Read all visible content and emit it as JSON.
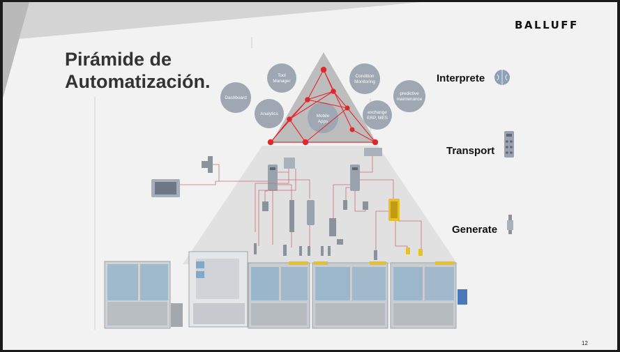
{
  "brand": {
    "logo_text": "BALLUFF"
  },
  "slide": {
    "title_line1": "Pirámide de",
    "title_line2": "Automatización.",
    "page_number": "12"
  },
  "layers": [
    {
      "label": "Interprete",
      "icon": "brain-icon"
    },
    {
      "label": "Transport",
      "icon": "io-module-icon"
    },
    {
      "label": "Generate",
      "icon": "sensor-icon"
    }
  ],
  "bubbles": [
    {
      "lines": [
        "Dashboard"
      ]
    },
    {
      "lines": [
        "Tool",
        "Manager"
      ]
    },
    {
      "lines": [
        "Analytics"
      ]
    },
    {
      "lines": [
        "Mobile",
        "Apps"
      ]
    },
    {
      "lines": [
        "Condition",
        "Monitoring"
      ]
    },
    {
      "lines": [
        "predictive",
        "maintenance"
      ]
    },
    {
      "lines": [
        "exchange",
        "ERP, MES"
      ]
    }
  ],
  "colors": {
    "bubble": "#9da6b1",
    "node": "#e3262b",
    "link": "#e3262b",
    "pyramid_top": "#bcbcbc",
    "pyramid_body": "#e1e1e1",
    "cable": "#cc6b78"
  }
}
